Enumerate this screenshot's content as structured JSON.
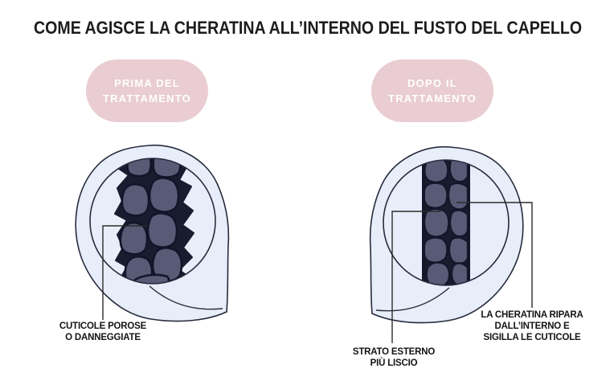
{
  "title": "COME AGISCE LA CHERATINA ALL’INTERNO DEL FUSTO DEL CAPELLO",
  "badges": {
    "before": {
      "line1": "PRIMA DEL",
      "line2": "TRATTAMENTO"
    },
    "after": {
      "line1": "DOPO IL",
      "line2": "TRATTAMENTO"
    }
  },
  "callouts": {
    "damaged": {
      "line1": "CUTICOLE POROSE",
      "line2": "O DANNEGGIATE"
    },
    "smooth": {
      "line1": "STRATO ESTERNO",
      "line2": "PIÙ LISCIO"
    },
    "keratin": {
      "line1": "LA CHERATINA RIPARA",
      "line2": "DALL’INTERNO E",
      "line3": "SIGILLA LE CUTICOLE"
    }
  },
  "icons": {
    "left": "magnifier-bubble-with-damaged-hair-shaft",
    "right": "magnifier-bubble-with-smooth-hair-shaft"
  },
  "colors": {
    "badge_pink": "#e9cdd2",
    "badge_text": "#ffffff",
    "bubble_fill": "#e8eef9",
    "outline_navy": "#272b3d",
    "hair_cell": "#575b76",
    "hair_dark": "#191c2e",
    "callout_line": "#2b2b2b",
    "title_text": "#1c1c1c",
    "background": "#ffffff"
  }
}
